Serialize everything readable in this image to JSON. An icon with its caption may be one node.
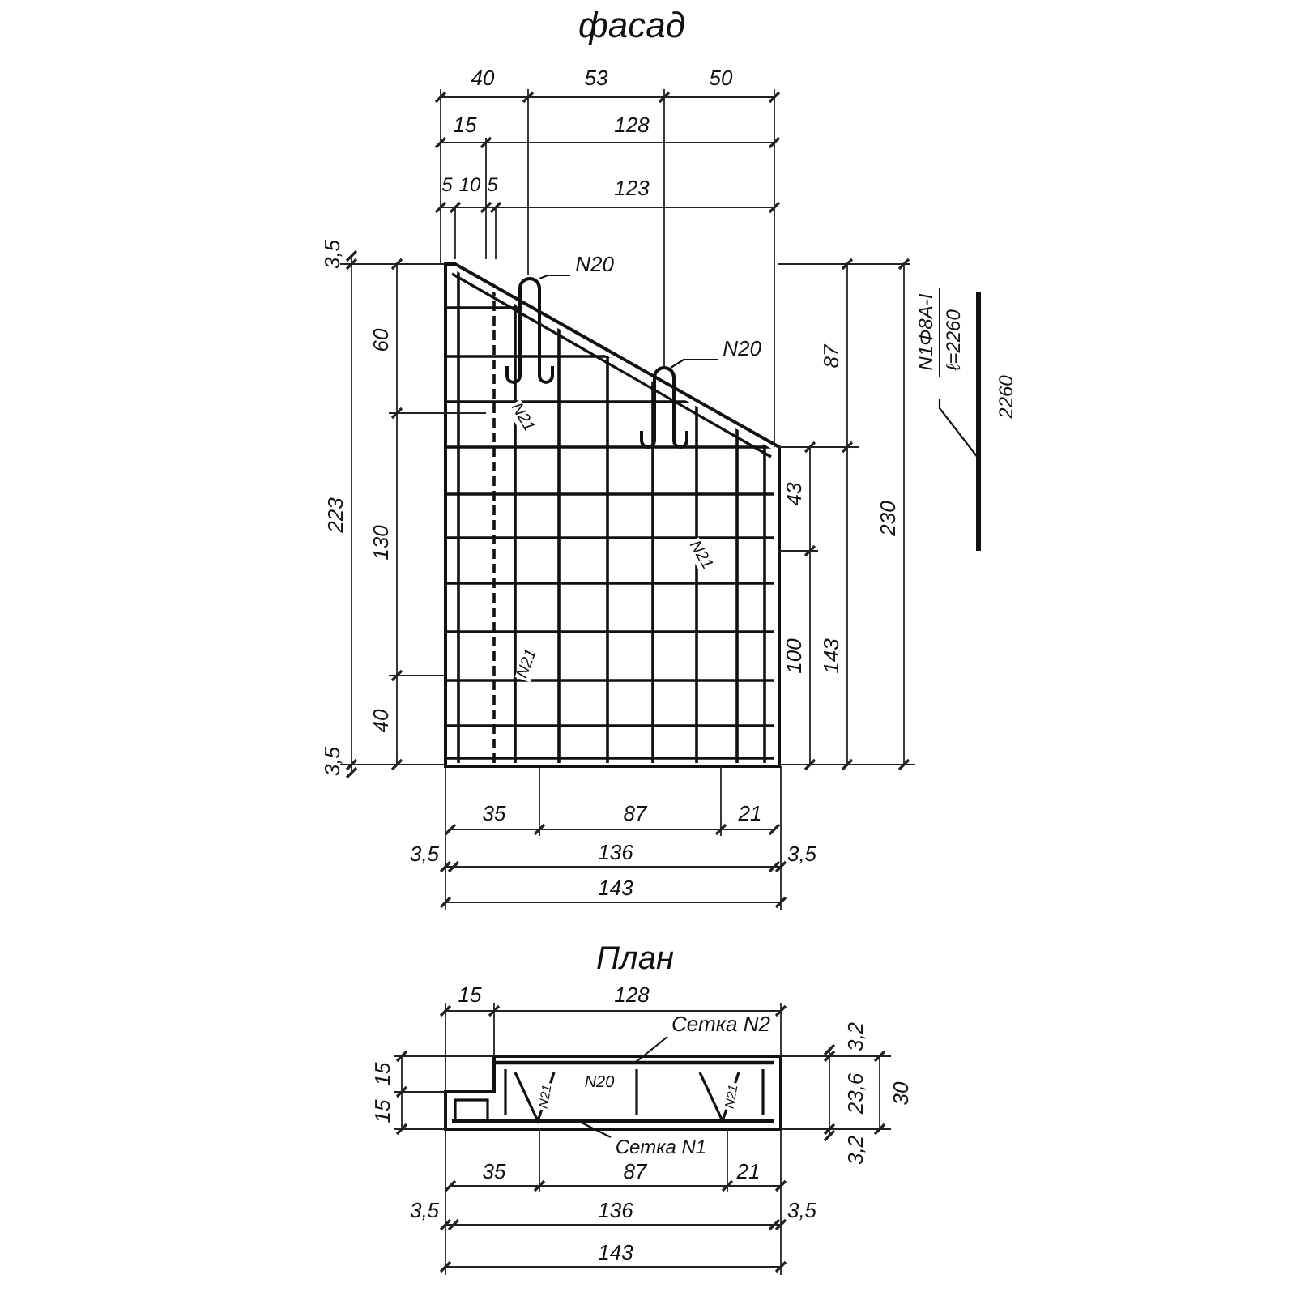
{
  "diagram": {
    "title": "фасад",
    "nodes": [
      {
        "text": [
          "N20"
        ]
      },
      {
        "text": [],
        "shape": "picture"
      },
      {
        "text": [
          "N20"
        ]
      },
      {
        "text": [],
        "shape": "picture"
      },
      {
        "text": [
          "N1Φ8A-I",
          "ℓ=2260"
        ]
      },
      {
        "text": [],
        "shape": "bar",
        "beside": [
          "2260"
        ]
      },
      {
        "text": [
          "Сетка N2"
        ]
      },
      {
        "text": [],
        "shape": "bar"
      },
      {
        "text": [
          "Сетка N1"
        ]
      },
      {
        "text": [],
        "shape": "bar"
      }
    ],
    "edges": [
      {
        "from": 0,
        "to": 1,
        "arrow": "none"
      },
      {
        "from": 2,
        "to": 3,
        "arrow": "none"
      },
      {
        "from": 4,
        "to": 5,
        "arrow": "none"
      },
      {
        "from": 6,
        "to": 7,
        "arrow": "none"
      },
      {
        "from": 8,
        "to": 9,
        "arrow": "none"
      }
    ],
    "labels": [
      "40",
      "53",
      "50",
      "15",
      "128",
      "5",
      "10",
      "5",
      "123",
      "3,5",
      "60",
      "87",
      "N21",
      "223",
      "130",
      "43",
      "230",
      "N21",
      "N21",
      "100",
      "143",
      "40",
      "3,5",
      "35",
      "87",
      "21",
      "3,5",
      "136",
      "3,5",
      "143",
      "План",
      "15",
      "128",
      "3,2",
      "15",
      "N21",
      "N20",
      "N21",
      "23,6",
      "30",
      "15",
      "3,2",
      "35",
      "87",
      "21",
      "3,5",
      "136",
      "3,5",
      "143"
    ]
  }
}
